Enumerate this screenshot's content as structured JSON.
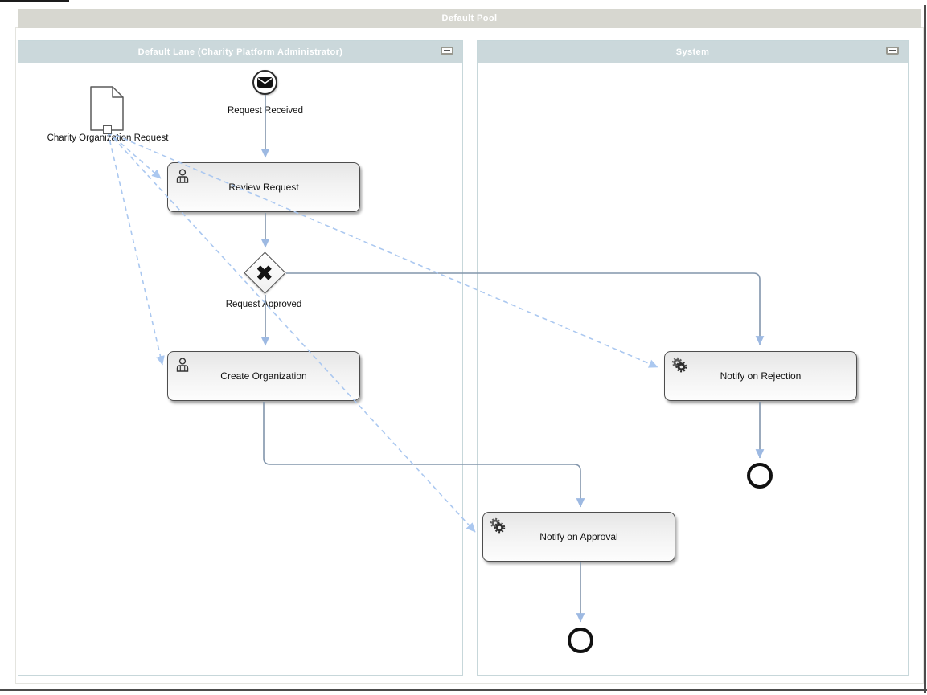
{
  "pool": {
    "title": "Default Pool"
  },
  "lanes": [
    {
      "title": "Default Lane (Charity Platform Administrator)",
      "collapse_icon": "minimize-dash"
    },
    {
      "title": "System",
      "collapse_icon": "minimize-dash"
    }
  ],
  "nodes": {
    "data_object": {
      "type": "data-object",
      "label": "Charity Organization Request",
      "icon": "document-icon"
    },
    "start_event": {
      "type": "message-start-event",
      "label": "Request Received",
      "icon": "envelope-icon"
    },
    "task_review": {
      "type": "user-task",
      "label": "Review Request",
      "icon": "person-icon"
    },
    "gateway_approved": {
      "type": "exclusive-gateway",
      "label": "Request Approved",
      "icon": "x-marker"
    },
    "task_create_org": {
      "type": "user-task",
      "label": "Create Organization",
      "icon": "person-icon"
    },
    "task_notify_rejection": {
      "type": "service-task",
      "label": "Notify on Rejection",
      "icon": "gears-icon"
    },
    "task_notify_approval": {
      "type": "service-task",
      "label": "Notify on Approval",
      "icon": "gears-icon"
    },
    "end_event_rejection": {
      "type": "end-event",
      "label": ""
    },
    "end_event_approval": {
      "type": "end-event",
      "label": ""
    }
  },
  "connections": {
    "sequence_flows": [
      {
        "from": "Request Received",
        "to": "Review Request"
      },
      {
        "from": "Review Request",
        "to": "Request Approved gateway"
      },
      {
        "from": "Request Approved gateway",
        "to": "Create Organization"
      },
      {
        "from": "Request Approved gateway",
        "to": "Notify on Rejection"
      },
      {
        "from": "Create Organization",
        "to": "Notify on Approval"
      },
      {
        "from": "Notify on Rejection",
        "to": "end event"
      },
      {
        "from": "Notify on Approval",
        "to": "end event"
      }
    ],
    "associations": [
      {
        "from": "Charity Organization Request",
        "to": "Review Request"
      },
      {
        "from": "Charity Organization Request",
        "to": "Create Organization"
      },
      {
        "from": "Charity Organization Request",
        "to": "Notify on Rejection"
      },
      {
        "from": "Charity Organization Request",
        "to": "Notify on Approval"
      }
    ]
  },
  "colors": {
    "pool_header_bg": "#d7d7d0",
    "lane_header_bg": "#cbd8db",
    "header_text": "#ffffff",
    "sequence_flow": "#8295ab",
    "association": "#abc8f0",
    "arrowhead": "#9db9e2",
    "task_border": "#4d4d4d",
    "task_fill_top": "#e6e6e6",
    "task_fill_bottom": "#fdfdfd",
    "lane_border": "#c7d7da"
  }
}
